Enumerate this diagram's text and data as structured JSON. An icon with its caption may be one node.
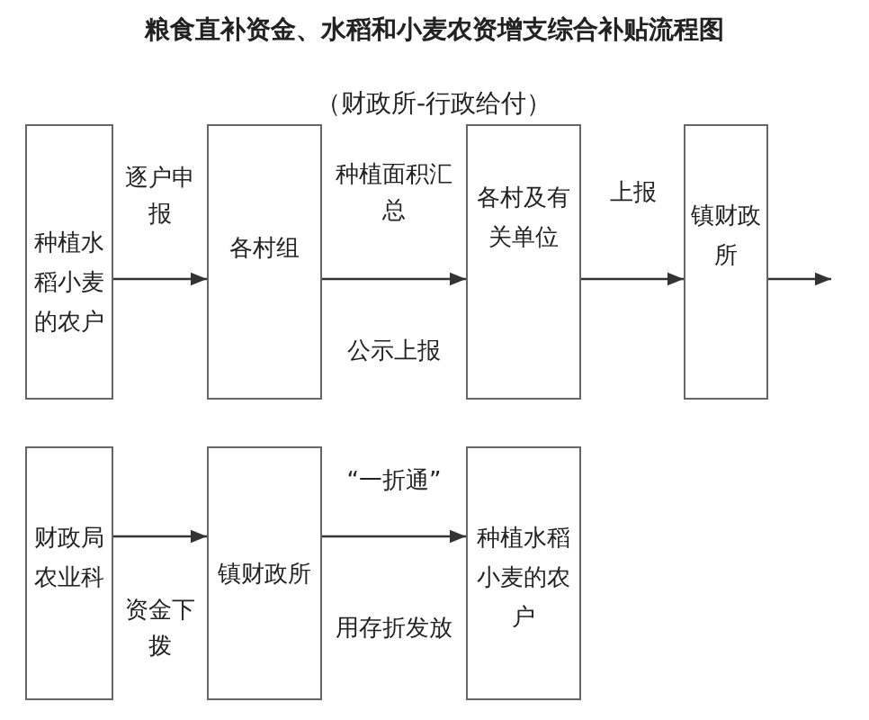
{
  "diagram": {
    "title": "粮食直补资金、水稻和小麦农资增支综合补贴流程图",
    "nodes": [
      {
        "text": [
          "种植水稻小麦的农户"
        ]
      },
      {
        "text": [
          "各村组"
        ]
      },
      {
        "text": [
          "各村及有关单位"
        ]
      },
      {
        "text": [
          "镇财政所"
        ]
      },
      {
        "text": [
          "财政局农业科"
        ]
      },
      {
        "text": [
          "镇财政所"
        ]
      },
      {
        "text": [
          "种植水稻小麦的农户"
        ]
      }
    ],
    "edges": [
      {
        "from": 0,
        "to": 1,
        "arrow": "to",
        "label": "逐户申报"
      },
      {
        "from": 1,
        "to": 2,
        "arrow": "to",
        "label": "种植面积汇总"
      },
      {
        "from": 2,
        "to": 3,
        "arrow": "to",
        "label": "上报"
      },
      {
        "from": 3,
        "to": null,
        "arrow": "to"
      },
      {
        "from": 4,
        "to": 5,
        "arrow": "to",
        "label": "资金下拨"
      },
      {
        "from": 5,
        "to": 6,
        "arrow": "to",
        "label": "“一折通”"
      }
    ],
    "labels": [
      "（财政所-行政给付）",
      "公示上报",
      "用存折发放"
    ]
  }
}
